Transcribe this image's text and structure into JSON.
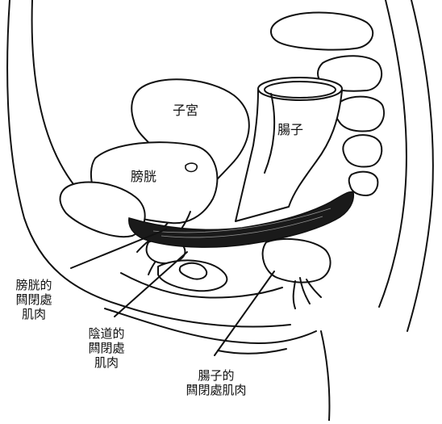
{
  "organs": {
    "uterus": "子宮",
    "bladder": "膀胱",
    "rectum": "腸子"
  },
  "callouts": {
    "bladder_sphincter": [
      "膀胱的",
      "闗閉處",
      "肌肉"
    ],
    "vaginal_sphincter": [
      "陰道的",
      "闗閉處",
      "肌肉"
    ],
    "rectal_sphincter": [
      "腸子的",
      "闗閉處肌肉"
    ]
  },
  "colors": {
    "ink": "#111111",
    "muscle": "#1a1a1a",
    "paper": "#ffffff"
  }
}
